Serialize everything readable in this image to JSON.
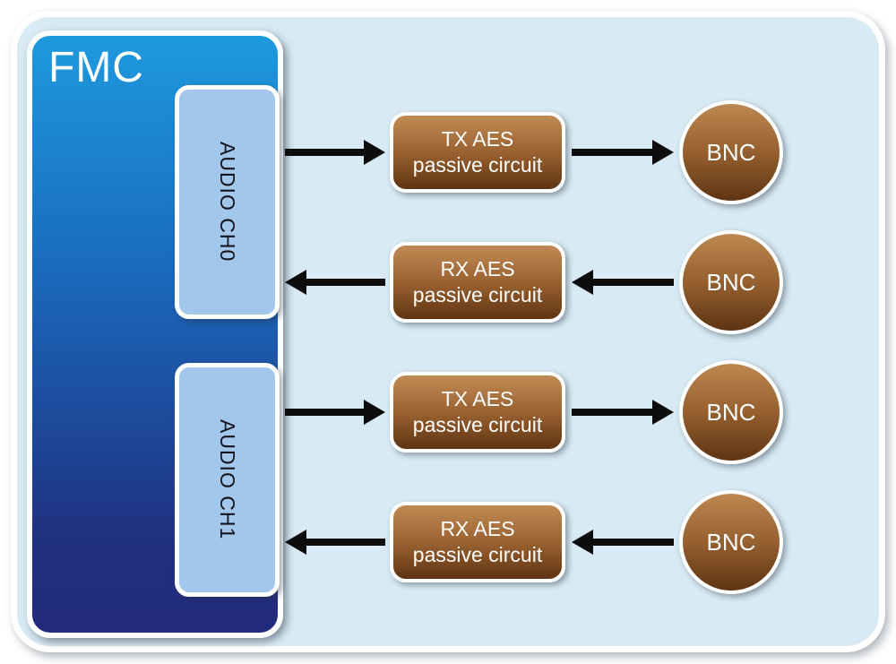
{
  "diagram": {
    "title": "FMC",
    "channels": [
      {
        "label": "AUDIO CH0"
      },
      {
        "label": "AUDIO CH1"
      }
    ],
    "rows": [
      {
        "direction": "right",
        "box_line1": "TX AES",
        "box_line2": "passive circuit",
        "connector": "BNC"
      },
      {
        "direction": "left",
        "box_line1": "RX AES",
        "box_line2": "passive circuit",
        "connector": "BNC"
      },
      {
        "direction": "right",
        "box_line1": "TX AES",
        "box_line2": "passive circuit",
        "connector": "BNC"
      },
      {
        "direction": "left",
        "box_line1": "RX AES",
        "box_line2": "passive circuit",
        "connector": "BNC"
      }
    ],
    "colors": {
      "page_background": "#ffffff",
      "board_background": "#d8eaf3",
      "fmc_gradient_top": "#1e9ade",
      "fmc_gradient_bottom": "#222a7c",
      "channel_box_fill": "#a2c7eb",
      "block_gradient_top": "#c08a54",
      "block_gradient_bottom": "#5f3413",
      "arrow_color": "#0d0d0d",
      "border_color": "#ffffff"
    }
  }
}
